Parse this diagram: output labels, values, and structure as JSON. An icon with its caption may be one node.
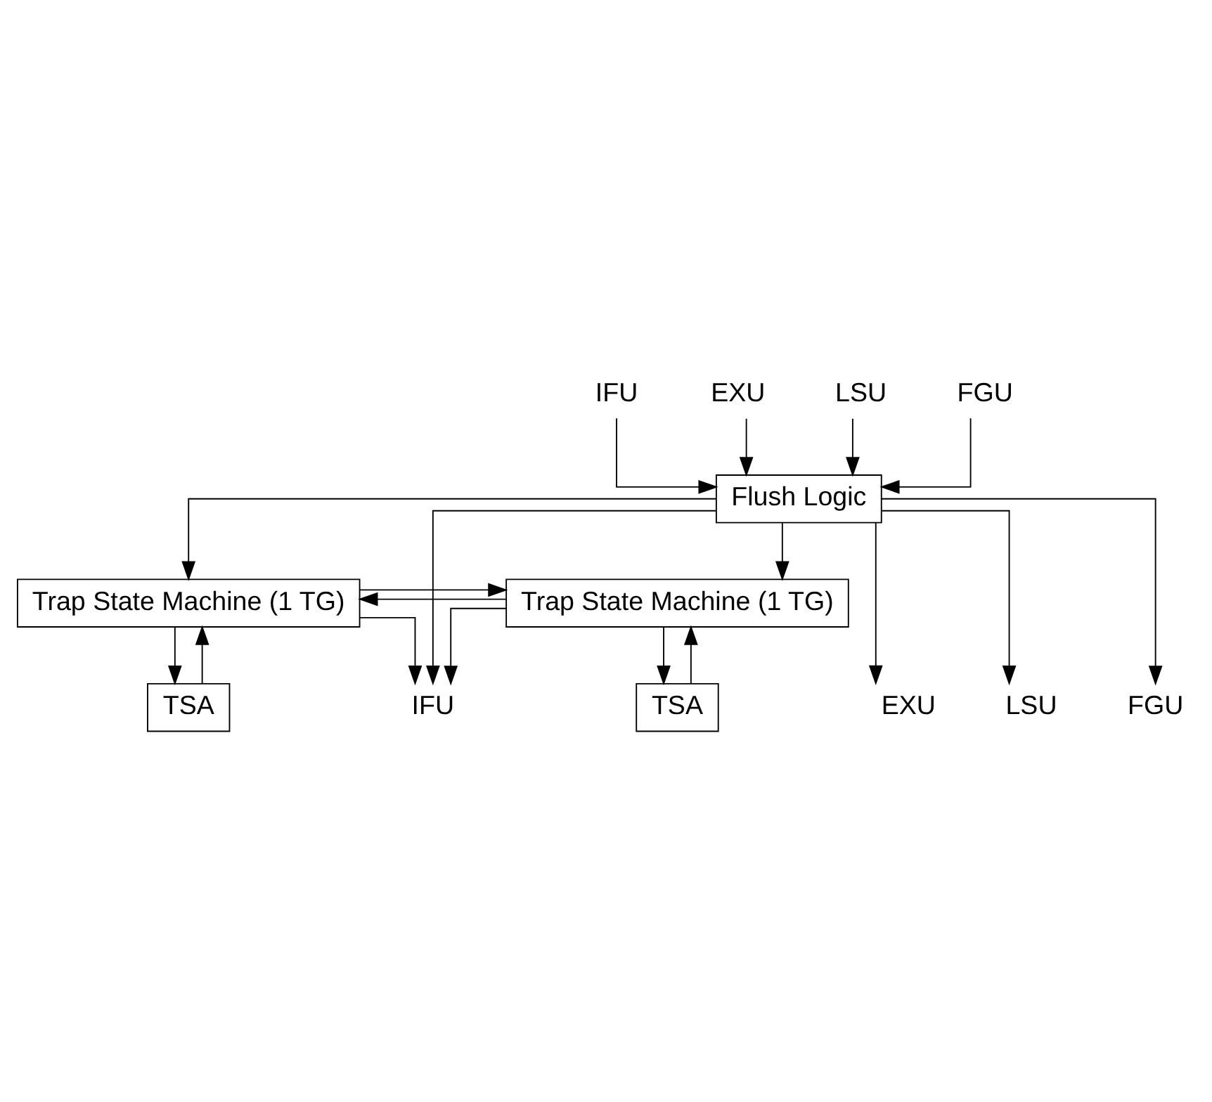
{
  "diagram": {
    "nodes": [
      {
        "text": [
          "IFU"
        ]
      },
      {
        "text": [
          "EXU"
        ]
      },
      {
        "text": [
          "LSU"
        ]
      },
      {
        "text": [
          "FGU"
        ]
      },
      {
        "text": [
          "Flush Logic"
        ]
      },
      {
        "text": [
          "Trap State Machine (1 TG)"
        ]
      },
      {
        "text": [
          "Trap State Machine (1 TG)"
        ]
      },
      {
        "text": [
          "TSA"
        ]
      },
      {
        "text": [
          "TSA"
        ]
      },
      {
        "text": [
          "IFU"
        ]
      },
      {
        "text": [
          "EXU"
        ]
      },
      {
        "text": [
          "LSU"
        ]
      },
      {
        "text": [
          "FGU"
        ]
      }
    ],
    "edges": [
      {
        "from": 0,
        "to": 4,
        "arrow": "to"
      },
      {
        "from": 1,
        "to": 4,
        "arrow": "to"
      },
      {
        "from": 2,
        "to": 4,
        "arrow": "to"
      },
      {
        "from": 3,
        "to": 4,
        "arrow": "to"
      },
      {
        "from": 4,
        "to": 5,
        "arrow": "to"
      },
      {
        "from": 4,
        "to": 6,
        "arrow": "to"
      },
      {
        "from": 4,
        "to": 9,
        "arrow": "to"
      },
      {
        "from": 4,
        "to": 10,
        "arrow": "to"
      },
      {
        "from": 4,
        "to": 11,
        "arrow": "to"
      },
      {
        "from": 4,
        "to": 12,
        "arrow": "to"
      },
      {
        "from": 5,
        "to": 6,
        "arrow": "to"
      },
      {
        "from": 6,
        "to": 5,
        "arrow": "to"
      },
      {
        "from": 7,
        "to": 5,
        "arrow": "to"
      },
      {
        "from": 5,
        "to": 7,
        "arrow": "to"
      },
      {
        "from": 6,
        "to": 8,
        "arrow": "to"
      },
      {
        "from": 8,
        "to": 6,
        "arrow": "to"
      },
      {
        "from": 5,
        "to": 9,
        "arrow": "to"
      },
      {
        "from": 6,
        "to": 9,
        "arrow": "to"
      }
    ]
  }
}
